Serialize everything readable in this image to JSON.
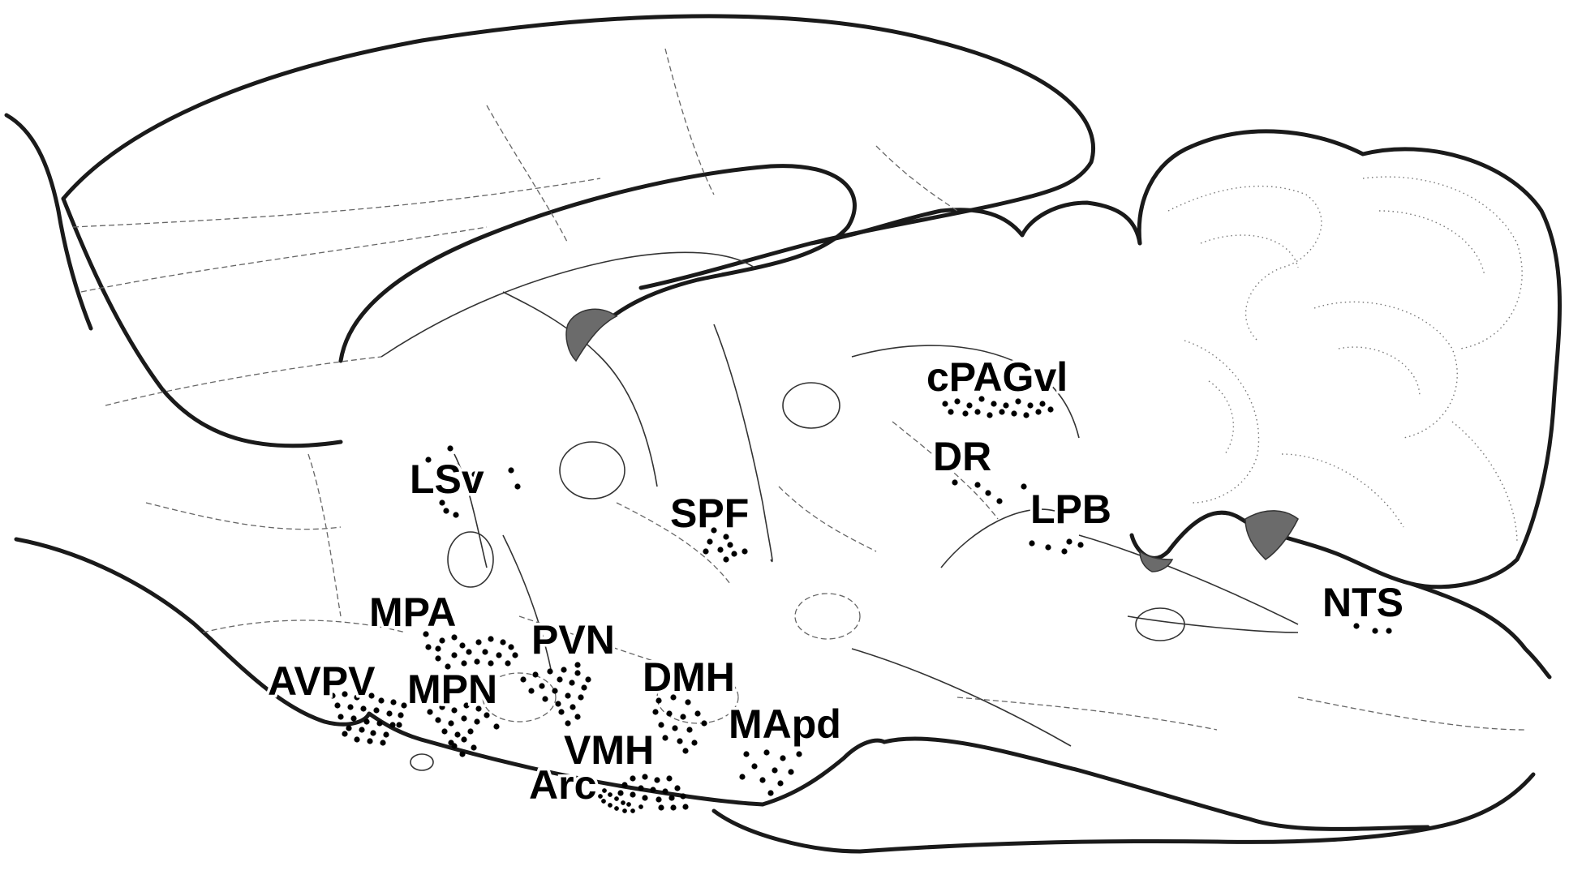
{
  "colors": {
    "outline": "#1a1a1a",
    "ventricle": "#6b6b6b",
    "dot": "#000000",
    "background": "#ffffff"
  },
  "regions": [
    {
      "id": "lsv",
      "label": "LSv"
    },
    {
      "id": "spf",
      "label": "SPF"
    },
    {
      "id": "cpagvl",
      "label": "cPAGvl"
    },
    {
      "id": "dr",
      "label": "DR"
    },
    {
      "id": "lpb",
      "label": "LPB"
    },
    {
      "id": "nts",
      "label": "NTS"
    },
    {
      "id": "mpa",
      "label": "MPA"
    },
    {
      "id": "pvn",
      "label": "PVN"
    },
    {
      "id": "avpv",
      "label": "AVPV"
    },
    {
      "id": "mpn",
      "label": "MPN"
    },
    {
      "id": "dmh",
      "label": "DMH"
    },
    {
      "id": "mapd",
      "label": "MApd"
    },
    {
      "id": "vmh",
      "label": "VMH"
    },
    {
      "id": "arc",
      "label": "Arc"
    }
  ]
}
